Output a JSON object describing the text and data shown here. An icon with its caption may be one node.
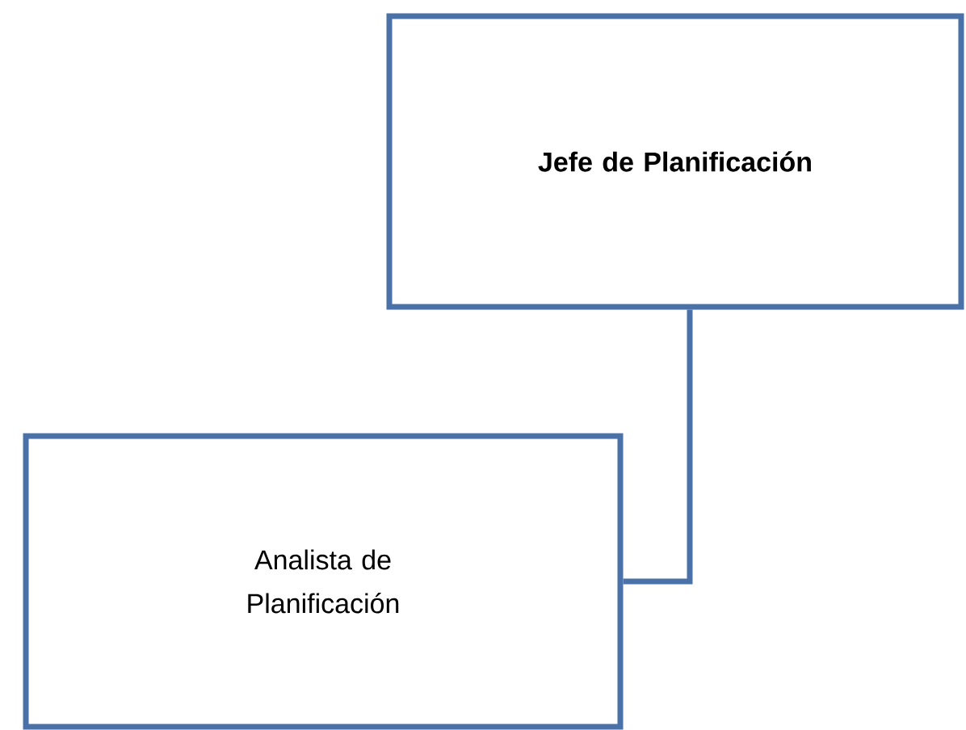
{
  "diagram": {
    "nodes": [
      {
        "text": [
          "**Jefe de Planificación**"
        ]
      },
      {
        "text": [
          "Analista de Planificación"
        ]
      }
    ],
    "edges": [
      {
        "from": 0,
        "to": 1,
        "arrow": "none"
      }
    ]
  }
}
